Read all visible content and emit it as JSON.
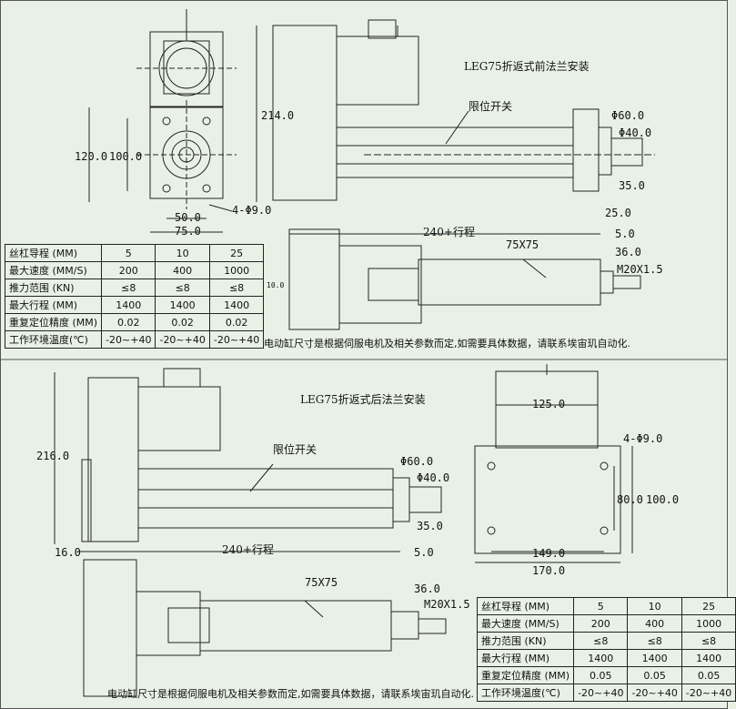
{
  "front": {
    "title": "LEG75折返式前法兰安装",
    "limit_switch": "限位开关",
    "dims": {
      "d214": "214.0",
      "d120": "120.0",
      "d100": "100.0",
      "d50": "50.0",
      "d75": "75.0",
      "hole": "4-Φ9.0",
      "d60": "Φ60.0",
      "d40": "Φ40.0",
      "d35": "35.0",
      "d25": "25.0",
      "stroke": "240+行程",
      "d5": "5.0",
      "d36": "36.0",
      "thread": "M20X1.5",
      "section": "75X75",
      "d10": "10.0"
    },
    "note": "电动缸尺寸是根据伺服电机及相关参数而定,如需要具体数据，请联系埃宙玑自动化.",
    "table": {
      "rows": [
        {
          "label": "丝杠导程 (MM)",
          "v": [
            "5",
            "10",
            "25"
          ]
        },
        {
          "label": "最大速度 (MM/S)",
          "v": [
            "200",
            "400",
            "1000"
          ]
        },
        {
          "label": "推力范围 (KN)",
          "v": [
            "≤8",
            "≤8",
            "≤8"
          ]
        },
        {
          "label": "最大行程 (MM)",
          "v": [
            "1400",
            "1400",
            "1400"
          ]
        },
        {
          "label": "重复定位精度 (MM)",
          "v": [
            "0.02",
            "0.02",
            "0.02"
          ]
        },
        {
          "label": "工作环境温度(℃)",
          "v": [
            "-20~+40",
            "-20~+40",
            "-20~+40"
          ]
        }
      ]
    }
  },
  "rear": {
    "title": "LEG75折返式后法兰安装",
    "limit_switch": "限位开关",
    "dims": {
      "d216": "216.0",
      "d16": "16.0",
      "stroke": "240+行程",
      "d5": "5.0",
      "d60": "Φ60.0",
      "d40": "Φ40.0",
      "d35": "35.0",
      "d36": "36.0",
      "thread": "M20X1.5",
      "section": "75X75",
      "d125": "125.0",
      "hole": "4-Φ9.0",
      "d80": "80.0",
      "d100": "100.0",
      "d149": "149.0",
      "d170": "170.0"
    },
    "note": "电动缸尺寸是根据伺服电机及相关参数而定,如需要具体数据，请联系埃宙玑自动化.",
    "table": {
      "rows": [
        {
          "label": "丝杠导程 (MM)",
          "v": [
            "5",
            "10",
            "25"
          ]
        },
        {
          "label": "最大速度 (MM/S)",
          "v": [
            "200",
            "400",
            "1000"
          ]
        },
        {
          "label": "推力范围 (KN)",
          "v": [
            "≤8",
            "≤8",
            "≤8"
          ]
        },
        {
          "label": "最大行程 (MM)",
          "v": [
            "1400",
            "1400",
            "1400"
          ]
        },
        {
          "label": "重复定位精度 (MM)",
          "v": [
            "0.05",
            "0.05",
            "0.05"
          ]
        },
        {
          "label": "工作环境温度(℃)",
          "v": [
            "-20~+40",
            "-20~+40",
            "-20~+40"
          ]
        }
      ]
    }
  }
}
